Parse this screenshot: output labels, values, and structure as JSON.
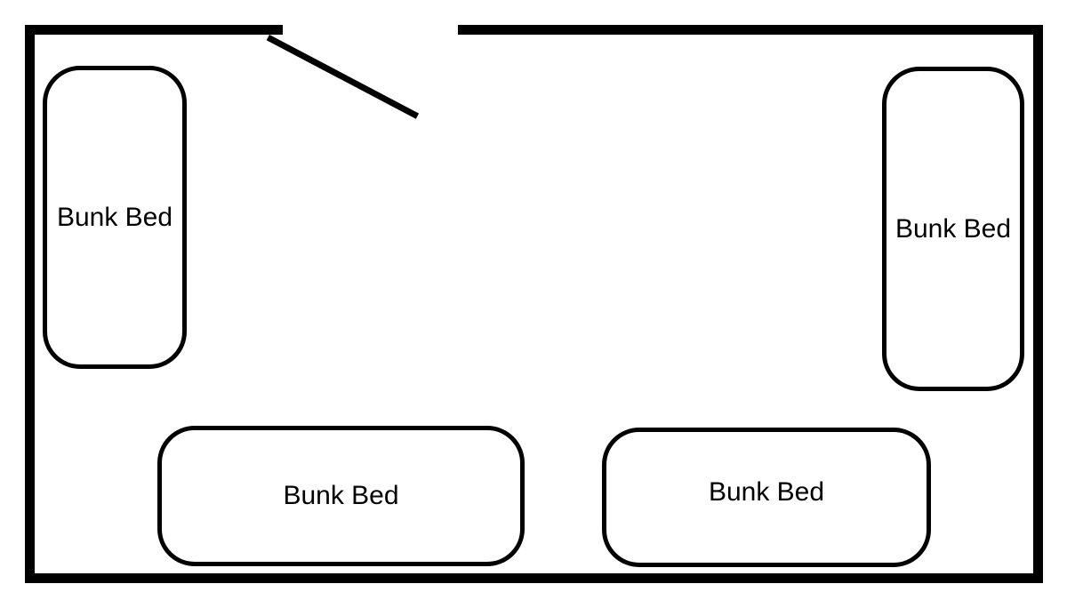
{
  "floorplan": {
    "colors": {
      "wall": "#000000",
      "background": "#ffffff",
      "furniture_outline": "#000000",
      "text": "#000000"
    },
    "furniture": [
      {
        "id": "bunk-bed-top-left",
        "label": "Bunk Bed"
      },
      {
        "id": "bunk-bed-top-right",
        "label": "Bunk Bed"
      },
      {
        "id": "bunk-bed-bottom-left",
        "label": "Bunk Bed"
      },
      {
        "id": "bunk-bed-bottom-right",
        "label": "Bunk Bed"
      }
    ]
  }
}
